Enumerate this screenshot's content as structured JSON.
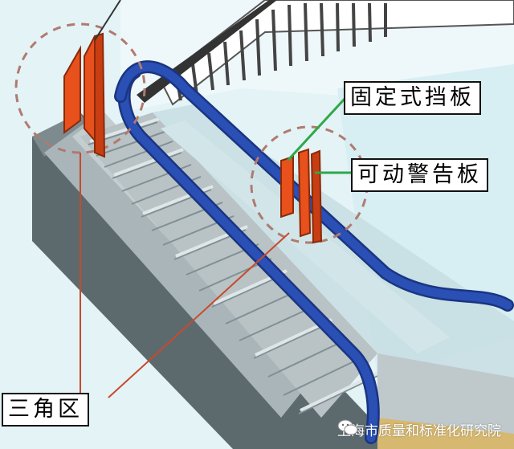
{
  "labels": {
    "fixed_baffle": "固定式挡板",
    "movable_warning_board": "可动警告板",
    "triangle_zone": "三角区"
  },
  "watermark": {
    "text": "上海市质量和标准化研究院",
    "icon": "wechat-icon"
  },
  "colors": {
    "handrail": "#2a4fb5",
    "handrail_dark": "#1a3580",
    "baffle": "#e8501c",
    "leader_line": "#c84a2a",
    "green_pointer": "#2fa84a",
    "dashed_circle": "#b07a70",
    "wall": "#d6eef2",
    "step": "#c8cfd2",
    "step_edge": "#8fa0a6",
    "balustrade": "#9aa6aa"
  }
}
